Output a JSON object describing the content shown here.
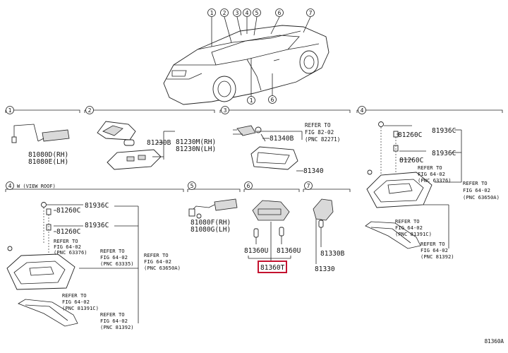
{
  "diagram_id": "81360A",
  "top_callouts": [
    "1",
    "2",
    "3",
    "4",
    "5",
    "6",
    "7"
  ],
  "sections": {
    "s1": {
      "num": "1",
      "parts": [
        "81080D(RH)",
        "81080E(LH)"
      ]
    },
    "s2": {
      "num": "2",
      "parts": [
        "81230M(RH)",
        "81230N(LH)"
      ]
    },
    "s3": {
      "num": "3",
      "refer": [
        "REFER TO",
        "FIG 82-02",
        "(PNC 82271)"
      ],
      "parts": [
        "81340B",
        "81340"
      ]
    },
    "s4": {
      "num": "4",
      "note": "W (VIEW ROOF)",
      "parts": [
        "81936C",
        "81260C",
        "81936C",
        "81260C"
      ],
      "refA": [
        "REFER TO",
        "FIG 64-02",
        "(PNC 63376)"
      ],
      "refB": [
        "REFER TO",
        "FIG 64-02",
        "(PNC 63335)"
      ],
      "refC": [
        "REFER TO",
        "FIG 64-02",
        "(PNC 63650A)"
      ],
      "refD": [
        "REFER TO",
        "FIG 64-02",
        "(PNC 81391C)"
      ],
      "refE": [
        "REFER TO",
        "FIG 64-02",
        "(PNC 81392)"
      ]
    },
    "s5": {
      "num": "5",
      "parts": [
        "81080F(RH)",
        "81080G(LH)"
      ]
    },
    "s6": {
      "num": "6",
      "parts": [
        "81360U",
        "81360U",
        "81360T"
      ]
    },
    "s7": {
      "num": "7",
      "parts": [
        "81330B",
        "81330"
      ]
    },
    "s8": {
      "num": "4",
      "parts": [
        "81936C",
        "81260C",
        "81936C",
        "81260C"
      ],
      "refA": [
        "REFER TO",
        "FIG 64-02",
        "(PNC 63376)"
      ],
      "refC": [
        "REFER TO",
        "FIG 64-02",
        "(PNC 63650A)"
      ],
      "refD": [
        "REFER TO",
        "FIG 64-02",
        "(PNC 81391C)"
      ],
      "refE": [
        "REFER TO",
        "FIG 64-02",
        "(PNC 81392)"
      ]
    }
  }
}
